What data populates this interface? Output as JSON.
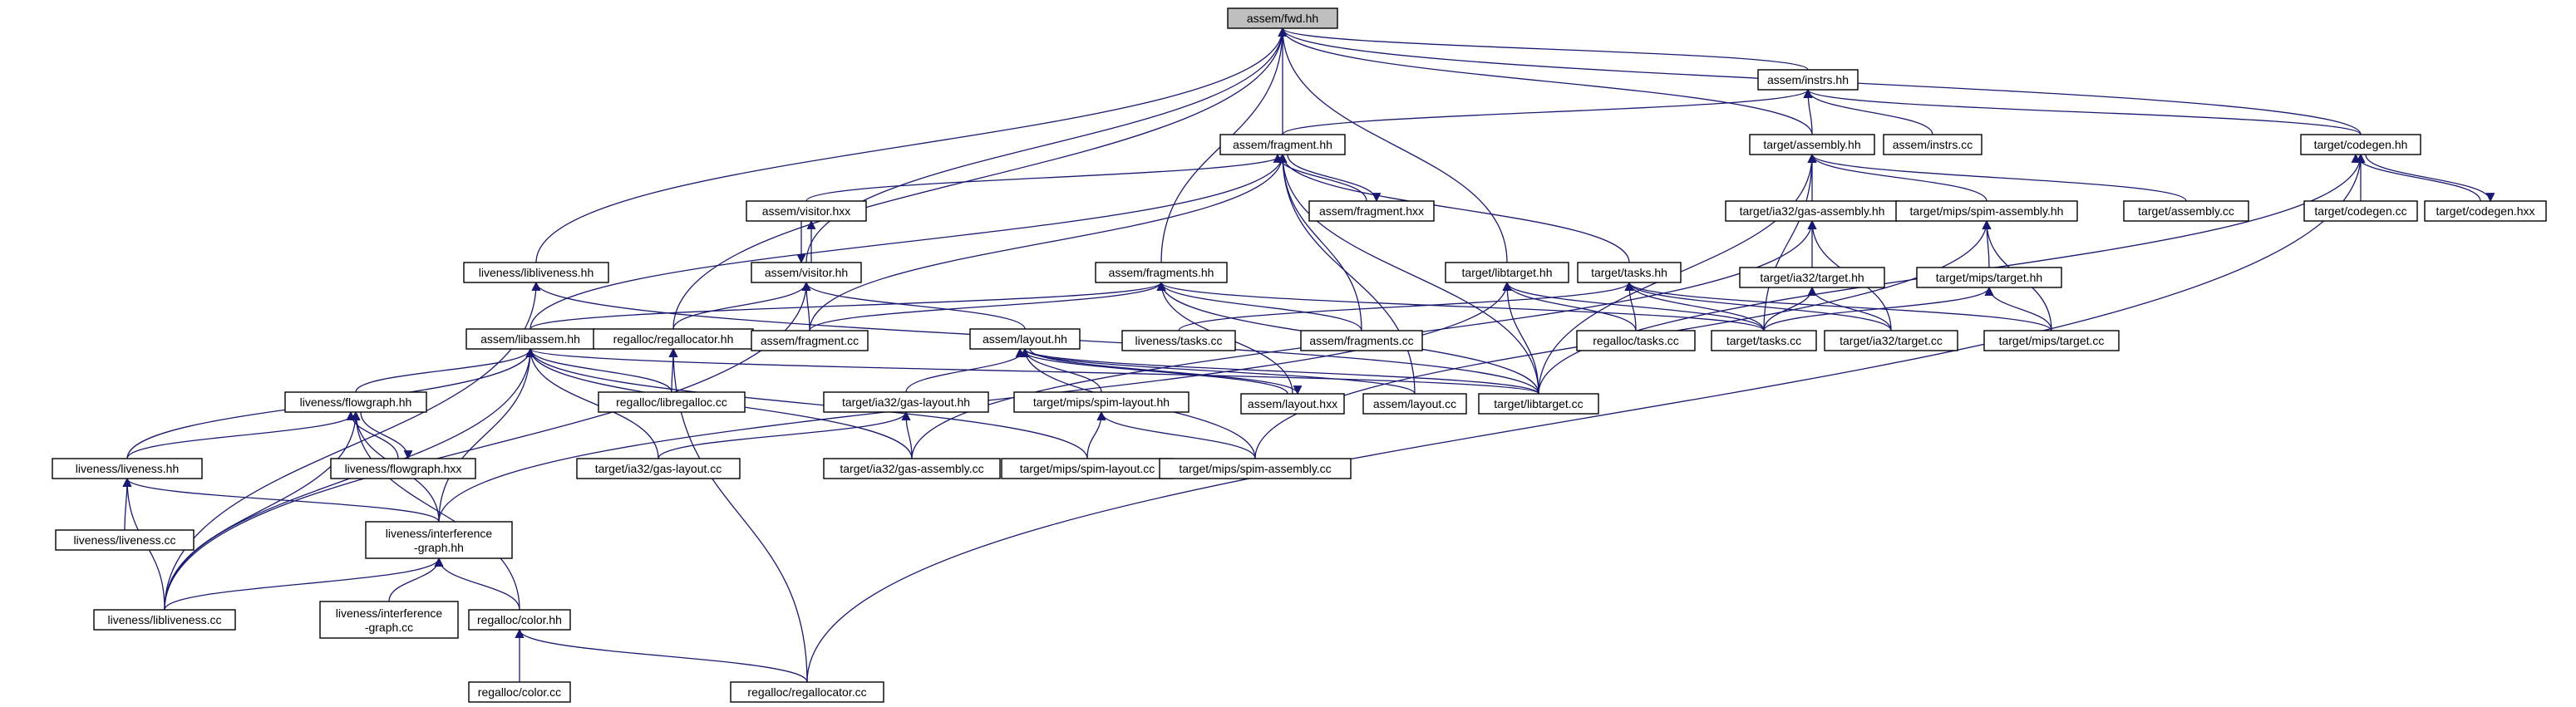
{
  "diagram": {
    "colors": {
      "edge": "#191970",
      "node_border": "#000000",
      "root_fill": "#bfbfbf",
      "node_fill": "#ffffff"
    },
    "nodes": [
      {
        "id": "fwd",
        "label": [
          "assem/fwd.hh"
        ],
        "root": true
      },
      {
        "id": "instrs_hh",
        "label": [
          "assem/instrs.hh"
        ]
      },
      {
        "id": "fragment_hh",
        "label": [
          "assem/fragment.hh"
        ]
      },
      {
        "id": "assembly_hh",
        "label": [
          "target/assembly.hh"
        ]
      },
      {
        "id": "instrs_cc",
        "label": [
          "assem/instrs.cc"
        ]
      },
      {
        "id": "codegen_hh",
        "label": [
          "target/codegen.hh"
        ]
      },
      {
        "id": "visitor_hxx",
        "label": [
          "assem/visitor.hxx"
        ]
      },
      {
        "id": "fragment_hxx",
        "label": [
          "assem/fragment.hxx"
        ]
      },
      {
        "id": "gas_assembly_hh",
        "label": [
          "target/ia32/gas-assembly.hh"
        ]
      },
      {
        "id": "spim_assembly_hh",
        "label": [
          "target/mips/spim-assembly.hh"
        ]
      },
      {
        "id": "assembly_cc",
        "label": [
          "target/assembly.cc"
        ]
      },
      {
        "id": "codegen_cc",
        "label": [
          "target/codegen.cc"
        ]
      },
      {
        "id": "codegen_hxx",
        "label": [
          "target/codegen.hxx"
        ]
      },
      {
        "id": "libliveness_hh",
        "label": [
          "liveness/libliveness.hh"
        ]
      },
      {
        "id": "visitor_hh",
        "label": [
          "assem/visitor.hh"
        ]
      },
      {
        "id": "fragments_hh",
        "label": [
          "assem/fragments.hh"
        ]
      },
      {
        "id": "libtarget_hh",
        "label": [
          "target/libtarget.hh"
        ]
      },
      {
        "id": "tasks_hh",
        "label": [
          "target/tasks.hh"
        ]
      },
      {
        "id": "ia32_target_hh",
        "label": [
          "target/ia32/target.hh"
        ]
      },
      {
        "id": "mips_target_hh",
        "label": [
          "target/mips/target.hh"
        ]
      },
      {
        "id": "libassem_hh",
        "label": [
          "assem/libassem.hh"
        ]
      },
      {
        "id": "regallocator_hh",
        "label": [
          "regalloc/regallocator.hh"
        ]
      },
      {
        "id": "fragment_cc",
        "label": [
          "assem/fragment.cc"
        ]
      },
      {
        "id": "layout_hh",
        "label": [
          "assem/layout.hh"
        ]
      },
      {
        "id": "liveness_tasks_cc",
        "label": [
          "liveness/tasks.cc"
        ]
      },
      {
        "id": "fragments_cc",
        "label": [
          "assem/fragments.cc"
        ]
      },
      {
        "id": "regalloc_tasks_cc",
        "label": [
          "regalloc/tasks.cc"
        ]
      },
      {
        "id": "target_tasks_cc",
        "label": [
          "target/tasks.cc"
        ]
      },
      {
        "id": "ia32_target_cc",
        "label": [
          "target/ia32/target.cc"
        ]
      },
      {
        "id": "mips_target_cc",
        "label": [
          "target/mips/target.cc"
        ]
      },
      {
        "id": "flowgraph_hh",
        "label": [
          "liveness/flowgraph.hh"
        ]
      },
      {
        "id": "libregalloc_cc",
        "label": [
          "regalloc/libregalloc.cc"
        ]
      },
      {
        "id": "gas_layout_hh",
        "label": [
          "target/ia32/gas-layout.hh"
        ]
      },
      {
        "id": "spim_layout_hh",
        "label": [
          "target/mips/spim-layout.hh"
        ]
      },
      {
        "id": "layout_hxx",
        "label": [
          "assem/layout.hxx"
        ]
      },
      {
        "id": "layout_cc",
        "label": [
          "assem/layout.cc"
        ]
      },
      {
        "id": "libtarget_cc",
        "label": [
          "target/libtarget.cc"
        ]
      },
      {
        "id": "liveness_hh",
        "label": [
          "liveness/liveness.hh"
        ]
      },
      {
        "id": "flowgraph_hxx",
        "label": [
          "liveness/flowgraph.hxx"
        ]
      },
      {
        "id": "gas_layout_cc",
        "label": [
          "target/ia32/gas-layout.cc"
        ]
      },
      {
        "id": "gas_assembly_cc",
        "label": [
          "target/ia32/gas-assembly.cc"
        ]
      },
      {
        "id": "spim_layout_cc",
        "label": [
          "target/mips/spim-layout.cc"
        ]
      },
      {
        "id": "spim_assembly_cc",
        "label": [
          "target/mips/spim-assembly.cc"
        ]
      },
      {
        "id": "liveness_cc",
        "label": [
          "liveness/liveness.cc"
        ]
      },
      {
        "id": "interference_hh",
        "label": [
          "liveness/interference",
          "-graph.hh"
        ]
      },
      {
        "id": "libliveness_cc",
        "label": [
          "liveness/libliveness.cc"
        ]
      },
      {
        "id": "interference_cc",
        "label": [
          "liveness/interference",
          "-graph.cc"
        ]
      },
      {
        "id": "color_hh",
        "label": [
          "regalloc/color.hh"
        ]
      },
      {
        "id": "color_cc",
        "label": [
          "regalloc/color.cc"
        ]
      },
      {
        "id": "regallocator_cc",
        "label": [
          "regalloc/regallocator.cc"
        ]
      }
    ],
    "edges": [
      [
        "instrs_hh",
        "fwd"
      ],
      [
        "fragment_hh",
        "fwd"
      ],
      [
        "assembly_hh",
        "fwd"
      ],
      [
        "codegen_hh",
        "fwd"
      ],
      [
        "libliveness_hh",
        "fwd"
      ],
      [
        "visitor_hh",
        "fwd"
      ],
      [
        "fragments_hh",
        "fwd"
      ],
      [
        "libtarget_hh",
        "fwd"
      ],
      [
        "regallocator_hh",
        "fwd"
      ],
      [
        "fragment_hh",
        "instrs_hh"
      ],
      [
        "assembly_hh",
        "instrs_hh"
      ],
      [
        "instrs_cc",
        "instrs_hh"
      ],
      [
        "codegen_hh",
        "instrs_hh"
      ],
      [
        "visitor_hxx",
        "fragment_hh"
      ],
      [
        "fragment_hxx",
        "fragment_hh"
      ],
      [
        "fragment_hh",
        "fragment_hxx"
      ],
      [
        "libassem_hh",
        "fragment_hh"
      ],
      [
        "fragment_cc",
        "fragment_hh"
      ],
      [
        "fragments_cc",
        "fragment_hh"
      ],
      [
        "tasks_hh",
        "fragment_hh"
      ],
      [
        "layout_cc",
        "fragment_hh"
      ],
      [
        "libtarget_cc",
        "fragment_hh"
      ],
      [
        "gas_assembly_hh",
        "assembly_hh"
      ],
      [
        "spim_assembly_hh",
        "assembly_hh"
      ],
      [
        "assembly_cc",
        "assembly_hh"
      ],
      [
        "target_tasks_cc",
        "assembly_hh"
      ],
      [
        "libtarget_cc",
        "assembly_hh"
      ],
      [
        "codegen_cc",
        "codegen_hh"
      ],
      [
        "codegen_hxx",
        "codegen_hh"
      ],
      [
        "codegen_hh",
        "codegen_hxx"
      ],
      [
        "libtarget_cc",
        "codegen_hh"
      ],
      [
        "regallocator_cc",
        "codegen_hh"
      ],
      [
        "visitor_hh",
        "visitor_hxx"
      ],
      [
        "visitor_hxx",
        "visitor_hh"
      ],
      [
        "ia32_target_hh",
        "gas_assembly_hh"
      ],
      [
        "ia32_target_cc",
        "gas_assembly_hh"
      ],
      [
        "gas_assembly_cc",
        "gas_assembly_hh"
      ],
      [
        "mips_target_hh",
        "spim_assembly_hh"
      ],
      [
        "mips_target_cc",
        "spim_assembly_hh"
      ],
      [
        "spim_assembly_cc",
        "spim_assembly_hh"
      ],
      [
        "libliveness_cc",
        "libliveness_hh"
      ],
      [
        "libtarget_cc",
        "libliveness_hh"
      ],
      [
        "fragment_cc",
        "visitor_hh"
      ],
      [
        "regallocator_hh",
        "visitor_hh"
      ],
      [
        "layout_hh",
        "visitor_hh"
      ],
      [
        "libliveness_cc",
        "visitor_hh"
      ],
      [
        "libassem_hh",
        "fragments_hh"
      ],
      [
        "fragment_cc",
        "fragments_hh"
      ],
      [
        "fragments_cc",
        "fragments_hh"
      ],
      [
        "target_tasks_cc",
        "fragments_hh"
      ],
      [
        "libtarget_cc",
        "fragments_hh"
      ],
      [
        "layout_hxx",
        "fragments_hh"
      ],
      [
        "regalloc_tasks_cc",
        "libtarget_hh"
      ],
      [
        "target_tasks_cc",
        "libtarget_hh"
      ],
      [
        "libtarget_cc",
        "libtarget_hh"
      ],
      [
        "interference_hh",
        "libtarget_hh"
      ],
      [
        "liveness_tasks_cc",
        "tasks_hh"
      ],
      [
        "regalloc_tasks_cc",
        "tasks_hh"
      ],
      [
        "target_tasks_cc",
        "tasks_hh"
      ],
      [
        "ia32_target_cc",
        "tasks_hh"
      ],
      [
        "mips_target_cc",
        "tasks_hh"
      ],
      [
        "target_tasks_cc",
        "ia32_target_hh"
      ],
      [
        "ia32_target_cc",
        "ia32_target_hh"
      ],
      [
        "target_tasks_cc",
        "mips_target_hh"
      ],
      [
        "mips_target_cc",
        "mips_target_hh"
      ],
      [
        "flowgraph_hh",
        "libassem_hh"
      ],
      [
        "liveness_hh",
        "libassem_hh"
      ],
      [
        "interference_hh",
        "libassem_hh"
      ],
      [
        "libliveness_cc",
        "libassem_hh"
      ],
      [
        "gas_layout_cc",
        "libassem_hh"
      ],
      [
        "gas_assembly_cc",
        "libassem_hh"
      ],
      [
        "spim_layout_cc",
        "libassem_hh"
      ],
      [
        "libtarget_cc",
        "libassem_hh"
      ],
      [
        "libregalloc_cc",
        "libassem_hh"
      ],
      [
        "libregalloc_cc",
        "regallocator_hh"
      ],
      [
        "regallocator_cc",
        "regallocator_hh"
      ],
      [
        "gas_layout_hh",
        "layout_hh"
      ],
      [
        "spim_layout_hh",
        "layout_hh"
      ],
      [
        "layout_hxx",
        "layout_hh"
      ],
      [
        "layout_hh",
        "layout_hxx"
      ],
      [
        "layout_cc",
        "layout_hh"
      ],
      [
        "spim_assembly_cc",
        "layout_hh"
      ],
      [
        "libtarget_cc",
        "layout_hh"
      ],
      [
        "liveness_hh",
        "flowgraph_hh"
      ],
      [
        "flowgraph_hxx",
        "flowgraph_hh"
      ],
      [
        "flowgraph_hh",
        "flowgraph_hxx"
      ],
      [
        "interference_hh",
        "flowgraph_hh"
      ],
      [
        "libliveness_cc",
        "flowgraph_hh"
      ],
      [
        "color_hh",
        "flowgraph_hh"
      ],
      [
        "gas_layout_cc",
        "gas_layout_hh"
      ],
      [
        "gas_assembly_cc",
        "gas_layout_hh"
      ],
      [
        "spim_layout_cc",
        "spim_layout_hh"
      ],
      [
        "spim_assembly_cc",
        "spim_layout_hh"
      ],
      [
        "liveness_cc",
        "liveness_hh"
      ],
      [
        "libliveness_cc",
        "liveness_hh"
      ],
      [
        "interference_hh",
        "liveness_hh"
      ],
      [
        "libliveness_cc",
        "interference_hh"
      ],
      [
        "interference_cc",
        "interference_hh"
      ],
      [
        "color_hh",
        "interference_hh"
      ],
      [
        "color_cc",
        "color_hh"
      ],
      [
        "regallocator_cc",
        "color_hh"
      ]
    ]
  }
}
